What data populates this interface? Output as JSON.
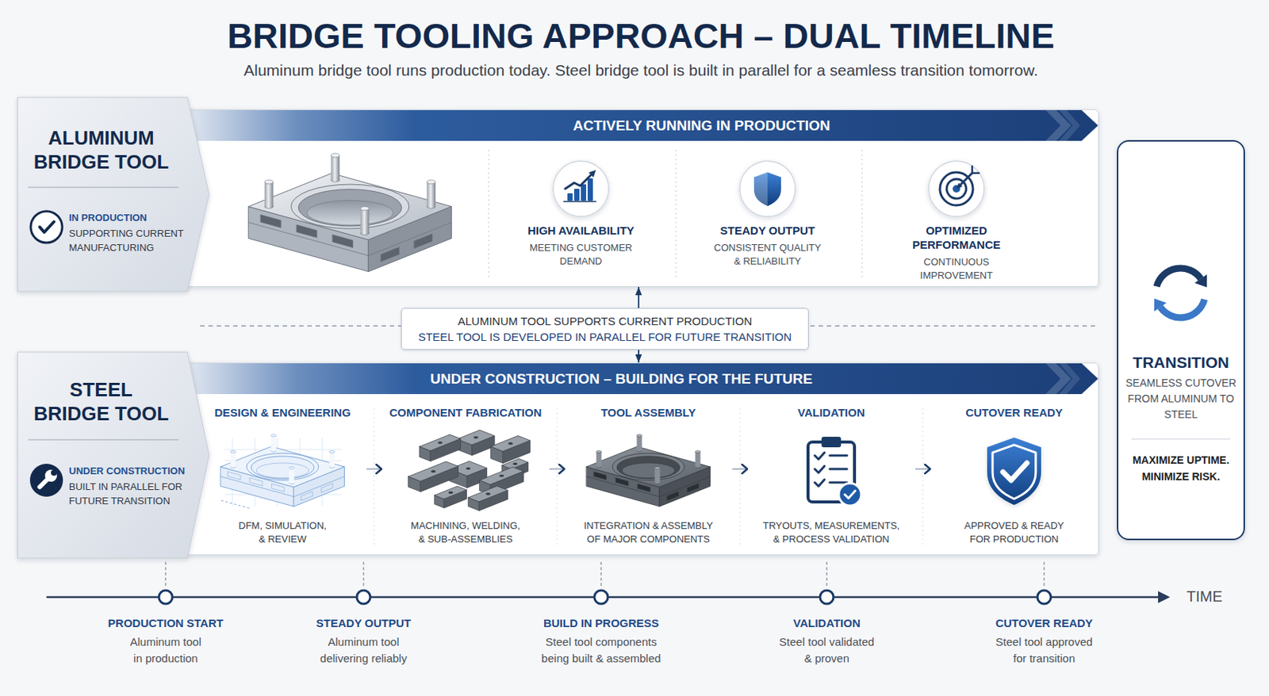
{
  "diagram": {
    "title": "BRIDGE TOOLING APPROACH – DUAL TIMELINE",
    "nodes": [
      {
        "text": [
          "ACTIVELY RUNNING IN PRODUCTION"
        ]
      },
      {
        "text": [
          "ALUMINUM BRIDGE TOOL",
          "IN PRODUCTION",
          "SUPPORTING CURRENT MANUFACTURING"
        ],
        "in": 0
      },
      {
        "text": [
          "HIGH AVAILABILITY",
          "MEETING CUSTOMER DEMAND"
        ],
        "in": 0
      },
      {
        "text": [
          "STEADY OUTPUT",
          "CONSISTENT QUALITY & RELIABILITY"
        ],
        "in": 0
      },
      {
        "text": [
          "OPTIMIZED PERFORMANCE",
          "CONTINUOUS IMPROVEMENT"
        ],
        "in": 0
      },
      {
        "text": [
          "ALUMINUM TOOL SUPPORTS CURRENT PRODUCTION",
          "STEEL TOOL IS DEVELOPED IN PARALLEL FOR FUTURE TRANSITION"
        ]
      },
      {
        "text": [
          "UNDER CONSTRUCTION – BUILDING FOR THE FUTURE"
        ]
      },
      {
        "text": [
          "STEEL BRIDGE TOOL",
          "UNDER CONSTRUCTION",
          "BUILT IN PARALLEL FOR FUTURE TRANSITION"
        ],
        "in": 6
      },
      {
        "text": [
          "DESIGN & ENGINEERING",
          "DFM, SIMULATION, & REVIEW"
        ],
        "in": 6
      },
      {
        "text": [
          "COMPONENT FABRICATION",
          "MACHINING, WELDING, & SUB-ASSEMBLIES"
        ],
        "in": 6
      },
      {
        "text": [
          "TOOL ASSEMBLY",
          "INTEGRATION & ASSEMBLY OF MAJOR COMPONENTS"
        ],
        "in": 6
      },
      {
        "text": [
          "VALIDATION",
          "TRYOUTS, MEASUREMENTS, & PROCESS VALIDATION"
        ],
        "in": 6
      },
      {
        "text": [
          "CUTOVER READY",
          "APPROVED & READY FOR PRODUCTION"
        ],
        "in": 6
      },
      {
        "text": [
          "TRANSITION",
          "SEAMLESS CUTOVER FROM ALUMINUM TO STEEL",
          "MAXIMIZE UPTIME. MINIMIZE RISK."
        ]
      }
    ],
    "edges": [
      {
        "from": 5,
        "to": 0,
        "arrow": "to"
      },
      {
        "from": 5,
        "to": 6,
        "arrow": "to"
      },
      {
        "from": 8,
        "to": 9,
        "arrow": "to"
      },
      {
        "from": 9,
        "to": 10,
        "arrow": "to"
      },
      {
        "from": 10,
        "to": 11,
        "arrow": "to"
      },
      {
        "from": 11,
        "to": 12,
        "arrow": "to"
      }
    ],
    "labels": [
      "Aluminum bridge tool runs production today. Steel bridge tool is built in parallel for a seamless transition tomorrow.",
      "PRODUCTION START",
      "Aluminum tool in production",
      "STEADY OUTPUT",
      "Aluminum tool delivering reliably",
      "BUILD IN PROGRESS",
      "Steel tool components being built & assembled",
      "VALIDATION",
      "Steel tool validated & proven",
      "CUTOVER READY",
      "Steel tool approved for transition",
      "TIME"
    ]
  }
}
